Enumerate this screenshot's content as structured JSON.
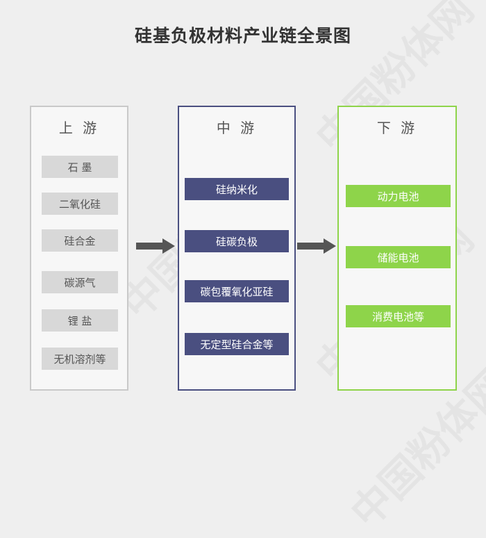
{
  "title": "硅基负极材料产业链全景图",
  "columns": {
    "upstream": {
      "heading": "上 游",
      "items": [
        "石 墨",
        "二氧化硅",
        "硅合金",
        "碳源气",
        "锂 盐",
        "无机溶剂等"
      ]
    },
    "midstream": {
      "heading": "中 游",
      "items": [
        "硅纳米化",
        "硅碳负极",
        "碳包覆氧化亚硅",
        "无定型硅合金等"
      ]
    },
    "downstream": {
      "heading": "下 游",
      "items": [
        "动力电池",
        "储能电池",
        "消费电池等"
      ]
    }
  },
  "watermark": "中国粉体网",
  "colors": {
    "midstream_accent": "#4a4f80",
    "downstream_accent": "#8ed44a",
    "upstream_box": "#d8d8d8",
    "arrow": "#555555"
  }
}
